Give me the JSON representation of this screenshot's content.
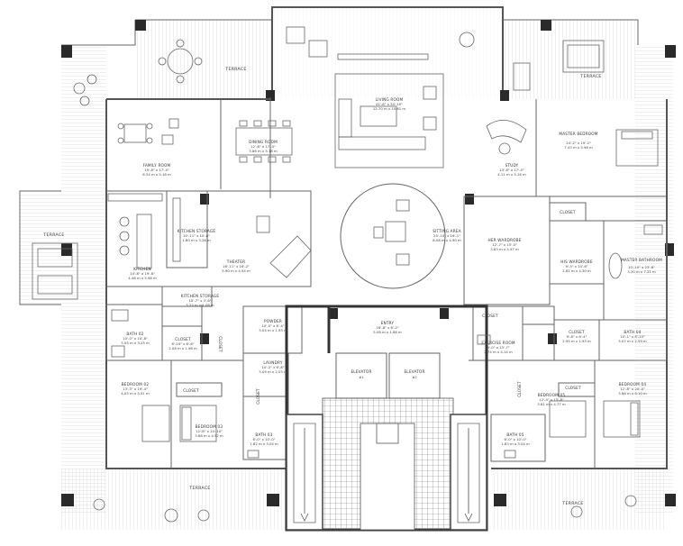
{
  "rooms": {
    "living": {
      "name": "LIVING ROOM",
      "dim1": "41'-8\" x 34'-10\"",
      "dim2": "12.70 m x 10.61 m"
    },
    "dining": {
      "name": "DINING ROOM",
      "dim1": "12'-8\" x 17'-0\"",
      "dim2": "3.86 m x 5.18 m"
    },
    "family": {
      "name": "FAMILY ROOM",
      "dim1": "19'-8\" x 17'-0\"",
      "dim2": "6.34 m x 5.18 m"
    },
    "kitchen_storage": {
      "name": "KITCHEN STORAGE",
      "dim1": "10'-11\" x 10'-8\"",
      "dim2": "1.80 m x 3.26 m"
    },
    "kitchen": {
      "name": "KITCHEN",
      "dim1": "14'-8\" x 19'-8\"",
      "dim2": "4.46 m x 5.98 m"
    },
    "theater": {
      "name": "THEATER",
      "dim1": "16'-11\" x 16'-2\"",
      "dim2": "5.90 m x 4.94 m"
    },
    "kitchen_storage2": {
      "name": "KITCHEN STORAGE",
      "dim1": "10'-7\" x 3'-8\"",
      "dim2": "3.22 m x 1.08 m"
    },
    "study": {
      "name": "STUDY",
      "dim1": "13'-6\" x 17'-0\"",
      "dim2": "4.11 m x 5.18 m"
    },
    "master_bedroom": {
      "name": "MASTER BEDROOM",
      "dim1": "24'-2\" x 19'-2\"",
      "dim2": "7.43 m x 5.98 m"
    },
    "sitting": {
      "name": "SITTING AREA",
      "dim1": "25'-10\" x 16'-1\"",
      "dim2": "8.08 m x 4.90 m"
    },
    "her_wardrobe": {
      "name": "HER WARDROBE",
      "dim1": "12'-7\" x 15'-0\"",
      "dim2": "3.83 m x 4.57 m"
    },
    "his_wardrobe": {
      "name": "HIS WARDROBE",
      "dim1": "9'-3\" x 14'-6\"",
      "dim2": "2.81 m x 4.30 m"
    },
    "master_bath": {
      "name": "MASTER BATHROOM",
      "dim1": "10'-10\" x 23'-8\"",
      "dim2": "3.30 m x 7.21 m"
    },
    "bath02": {
      "name": "BATH 02",
      "dim1": "10'-0\" x 10'-8\"",
      "dim2": "3.05 m x 3.25 m"
    },
    "closet_small": {
      "name": "CLOSET",
      "dim1": "6'-10\" x 6'-6\"",
      "dim2": "2.08 m x 1.98 m"
    },
    "powder": {
      "name": "POWDER",
      "dim1": "10'-0\" x 6'-4\"",
      "dim2": "3.04 m x 1.93 m"
    },
    "entry": {
      "name": "ENTRY",
      "dim1": "16'-8\" x 6'-2\"",
      "dim2": "5.08 m x 1.88 m"
    },
    "laundry": {
      "name": "LAUNDRY",
      "dim1": "10'-2\" x 6'-8\"",
      "dim2": "3.09 m x 2.03 m"
    },
    "exercise": {
      "name": "EXERCISE ROOM",
      "dim1": "9'-0\" x 13'-7\"",
      "dim2": "2.74 m x 4.14 m"
    },
    "closet_r": {
      "name": "CLOSET",
      "dim1": "9'-8\" x 6'-4\"",
      "dim2": "2.95 m x 1.93 m"
    },
    "bath04": {
      "name": "BATH 04",
      "dim1": "10'-1\" x 8'-10\"",
      "dim2": "3.07 m x 2.59 m"
    },
    "bedroom02": {
      "name": "BEDROOM 02",
      "dim1": "13'-3\" x 19'-4\"",
      "dim2": "4.05 m x 5.91 m"
    },
    "bedroom03": {
      "name": "BEDROOM 03",
      "dim1": "12'-8\" x 14'-10\"",
      "dim2": "3.86 m x 4.52 m"
    },
    "bath03": {
      "name": "BATH 03",
      "dim1": "6'-0\" x 10'-0\"",
      "dim2": "1.82 m x 3.04 m"
    },
    "bedroom05": {
      "name": "BEDROOM 05",
      "dim1": "12'-4\" x 15'-8\"",
      "dim2": "3.81 m x 4.77 m"
    },
    "bedroom04": {
      "name": "BEDROOM 04",
      "dim1": "12'-8\" x 20'-0\"",
      "dim2": "3.86 m x 6.10 m"
    },
    "bath05": {
      "name": "BATH 05",
      "dim1": "6'-0\" x 10'-0\"",
      "dim2": "1.83 m x 3.04 m"
    }
  },
  "labels": {
    "closet": "CLOSET",
    "elevator1": "ELEVATOR",
    "elevator2": "ELEVATOR",
    "elev_no1": "#1",
    "elev_no2": "#2",
    "terrace": "TERRACE"
  }
}
